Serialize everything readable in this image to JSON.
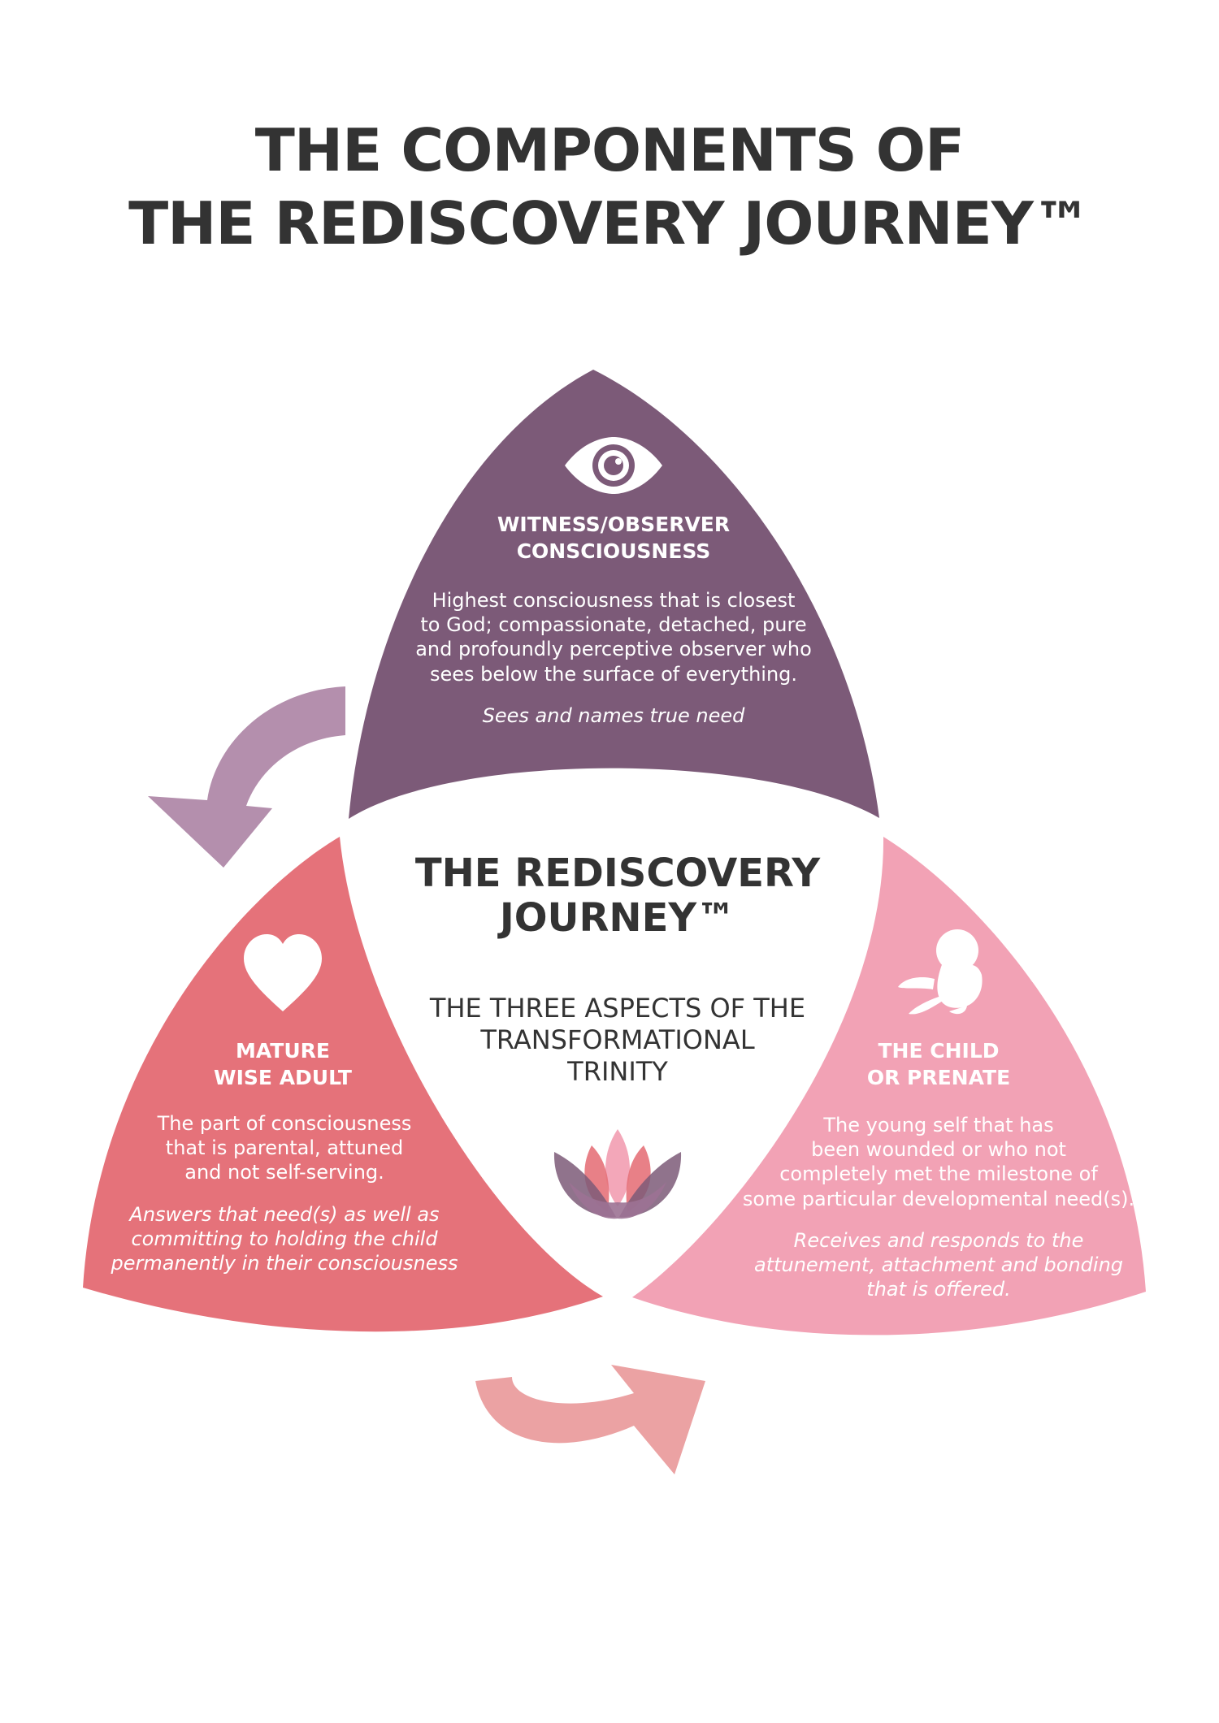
{
  "title": {
    "line1": "THE COMPONENTS OF",
    "line2": "THE REDISCOVERY JOURNEY™"
  },
  "center": {
    "title_line1": "THE REDISCOVERY",
    "title_line2": "JOURNEY™",
    "subtitle_line1": "THE THREE ASPECTS OF THE",
    "subtitle_line2": "TRANSFORMATIONAL",
    "subtitle_line3": "TRINITY"
  },
  "witness": {
    "icon": "eye-icon",
    "color": "#7c5a78",
    "heading_line1": "WITNESS/OBSERVER",
    "heading_line2": "CONSCIOUSNESS",
    "body": [
      "Highest consciousness that is closest",
      "to God; compassionate, detached, pure",
      "and profoundly perceptive observer who",
      "sees below the surface of everything."
    ],
    "italic": "Sees and names true need"
  },
  "adult": {
    "icon": "heart-icon",
    "color": "#e5727a",
    "heading_line1": "MATURE",
    "heading_line2": "WISE ADULT",
    "body": [
      "The part of consciousness",
      "that is parental, attuned",
      "and not self-serving."
    ],
    "italic": [
      "Answers that need(s) as well as",
      "committing to holding the child",
      "permanently in their consciousness"
    ]
  },
  "child": {
    "icon": "fetus-icon",
    "color": "#f2a2b5",
    "heading_line1": "THE CHILD",
    "heading_line2": "OR PRENATE",
    "body": [
      "The young self that has",
      "been wounded or who not",
      "completely met the milestone of",
      "some particular developmental need(s)."
    ],
    "italic": [
      "Receives and responds to the",
      "attunement, attachment and bonding",
      "that is offered."
    ]
  },
  "colors": {
    "title": "#333333",
    "arrow_top": "#b48fad",
    "arrow_bottom": "#eba2a3",
    "lotus": [
      "#7c5a78",
      "#e5727a",
      "#f2a2b5"
    ]
  }
}
